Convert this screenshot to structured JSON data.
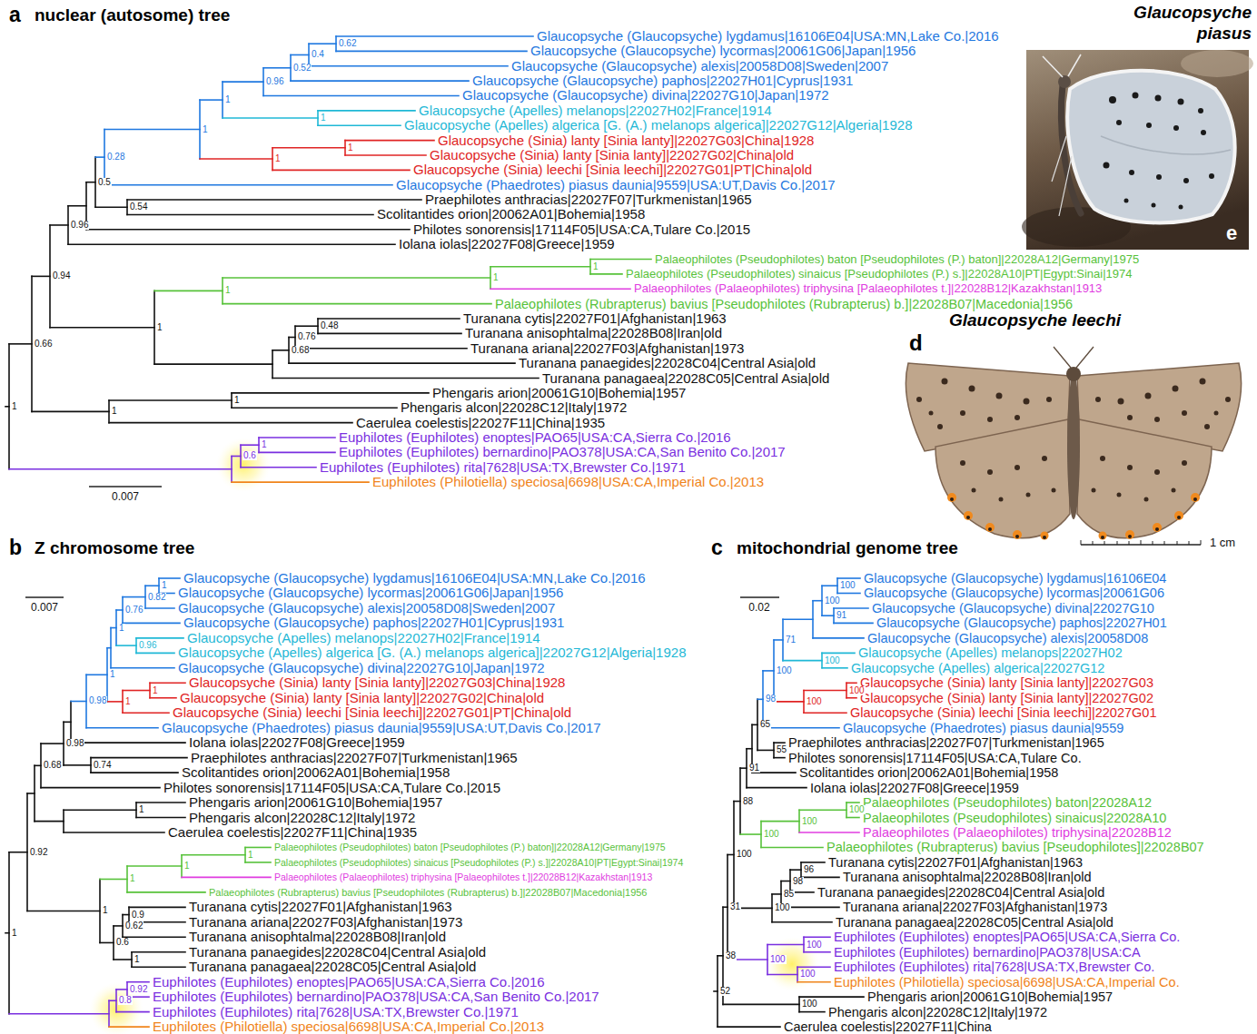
{
  "diagram": {
    "labels": [
      "a",
      "nuclear (autosome) tree",
      "Glaucopsyche (Glaucopsyche) lygdamus|16106E04|USA:MN,Lake Co.|2016",
      "Glaucopsyche (Glaucopsyche) lycormas|20061G06|Japan|1956",
      "Glaucopsyche (Glaucopsyche) alexis|20058D08|Sweden|2007",
      "Glaucopsyche (Glaucopsyche) paphos|22027H01|Cyprus|1931",
      "Glaucopsyche (Glaucopsyche) divina|22027G10|Japan|1972",
      "Glaucopsyche (Apelles) melanops|22027H02|France|1914",
      "Glaucopsyche (Apelles) algerica [G. (A.) melanops algerica]|22027G12|Algeria|1928",
      "Glaucopsyche (Sinia) lanty [Sinia lanty]|22027G03|China|1928",
      "Glaucopsyche (Sinia) lanty [Sinia lanty]|22027G02|China|old",
      "Glaucopsyche (Sinia) leechi [Sinia leechi]|22027G01|PT|China|old",
      "Glaucopsyche (Phaedrotes) piasus daunia|9559|USA:UT,Davis Co.|2017",
      "Praephilotes anthracias|22027F07|Turkmenistan|1965",
      "Scolitantides orion|20062A01|Bohemia|1958",
      "Philotes sonorensis|17114F05|USA:CA,Tulare Co.|2015",
      "Iolana iolas|22027F08|Greece|1959",
      "Palaeophilotes (Pseudophilotes) baton [Pseudophilotes (P.) baton]|22028A12|Germany|1975",
      "Palaeophilotes (Pseudophilotes) sinaicus [Pseudophilotes (P.) s.]|22028A10|PT|Egypt:Sinai|1974",
      "Palaeophilotes (Palaeophilotes) triphysina [Palaeophilotes t.]|22028B12|Kazakhstan|1913",
      "Palaeophilotes (Rubrapterus) bavius [Pseudophilotes (Rubrapterus) b.]|22028B07|Macedonia|1956",
      "Turanana cytis|22027F01|Afghanistan|1963",
      "Turanana anisophtalma|22028B08|Iran|old",
      "Turanana ariana|22027F03|Afghanistan|1973",
      "Turanana panaegides|22028C04|Central Asia|old",
      "Turanana panagaea|22028C05|Central Asia|old",
      "Phengaris arion|20061G10|Bohemia|1957",
      "Phengaris alcon|22028C12|Italy|1972",
      "Caerulea coelestis|22027F11|China|1935",
      "Euphilotes (Euphilotes) enoptes|PAO65|USA:CA,Sierra Co.|2016",
      "Euphilotes (Euphilotes) bernardino|PAO378|USA:CA,San Benito Co.|2017",
      "Euphilotes (Euphilotes) rita|7628|USA:TX,Brewster Co.|1971",
      "Euphilotes (Philotiella) speciosa|6698|USA:CA,Imperial Co.|2013",
      "1",
      "0.66",
      "0.94",
      "0.96",
      "0.5",
      "0.28",
      "1",
      "1",
      "0.96",
      "0.52",
      "0.4",
      "0.62",
      "1",
      "1",
      "1",
      "0.54",
      "1",
      "1",
      "1",
      "1",
      "0.68",
      "0.76",
      "0.48",
      "1",
      "1",
      "0.6",
      "1",
      "0.007",
      "b",
      "Z chromosome tree",
      "Glaucopsyche (Glaucopsyche) lygdamus|16106E04|USA:MN,Lake Co.|2016",
      "Glaucopsyche (Glaucopsyche) lycormas|20061G06|Japan|1956",
      "Glaucopsyche (Glaucopsyche) alexis|20058D08|Sweden|2007",
      "Glaucopsyche (Glaucopsyche) paphos|22027H01|Cyprus|1931",
      "Glaucopsyche (Apelles) melanops|22027H02|France|1914",
      "Glaucopsyche (Apelles) algerica [G. (A.) melanops algerica]|22027G12|Algeria|1928",
      "Glaucopsyche (Glaucopsyche) divina|22027G10|Japan|1972",
      "Glaucopsyche (Sinia) lanty [Sinia lanty]|22027G03|China|1928",
      "Glaucopsyche (Sinia) lanty [Sinia lanty]|22027G02|China|old",
      "Glaucopsyche (Sinia) leechi [Sinia leechi]|22027G01|PT|China|old",
      "Glaucopsyche (Phaedrotes) piasus daunia|9559|USA:UT,Davis Co.|2017",
      "Iolana iolas|22027F08|Greece|1959",
      "Praephilotes anthracias|22027F07|Turkmenistan|1965",
      "Scolitantides orion|20062A01|Bohemia|1958",
      "Philotes sonorensis|17114F05|USA:CA,Tulare Co.|2015",
      "Phengaris arion|20061G10|Bohemia|1957",
      "Phengaris alcon|22028C12|Italy|1972",
      "Caerulea coelestis|22027F11|China|1935",
      "Palaeophilotes (Pseudophilotes) baton [Pseudophilotes (P.) baton]|22028A12|Germany|1975",
      "Palaeophilotes (Pseudophilotes) sinaicus [Pseudophilotes (P.) s.]|22028A10|PT|Egypt:Sinai|1974",
      "Palaeophilotes (Palaeophilotes) triphysina [Palaeophilotes t.]|22028B12|Kazakhstan|1913",
      "Palaeophilotes (Rubrapterus) bavius [Pseudophilotes (Rubrapterus) b.]|22028B07|Macedonia|1956",
      "Turanana cytis|22027F01|Afghanistan|1963",
      "Turanana ariana|22027F03|Afghanistan|1973",
      "Turanana anisophtalma|22028B08|Iran|old",
      "Turanana panaegides|22028C04|Central Asia|old",
      "Turanana panagaea|22028C05|Central Asia|old",
      "Euphilotes (Euphilotes) enoptes|PAO65|USA:CA,Sierra Co.|2016",
      "Euphilotes (Euphilotes) bernardino|PAO378|USA:CA,San Benito Co.|2017",
      "Euphilotes (Euphilotes) rita|7628|USA:TX,Brewster Co.|1971",
      "Euphilotes (Philotiella) speciosa|6698|USA:CA,Imperial Co.|2013",
      "1",
      "0.92",
      "0.68",
      "0.98",
      "0.98",
      "1",
      "1",
      "0.76",
      "0.82",
      "1",
      "0.96",
      "1",
      "1",
      "0.74",
      "1",
      "1",
      "1",
      "1",
      "1",
      "0.6",
      "0.62",
      "0.9",
      "1",
      "0.8",
      "0.92",
      "0.007",
      "c",
      "mitochondrial genome tree",
      "Glaucopsyche (Glaucopsyche) lygdamus|16106E04",
      "Glaucopsyche (Glaucopsyche) lycormas|20061G06",
      "Glaucopsyche (Glaucopsyche) divina|22027G10",
      "Glaucopsyche (Glaucopsyche) paphos|22027H01",
      "Glaucopsyche (Glaucopsyche) alexis|20058D08",
      "Glaucopsyche (Apelles) melanops|22027H02",
      "Glaucopsyche (Apelles) algerica|22027G12",
      "Glaucopsyche (Sinia) lanty [Sinia lanty]|22027G03",
      "Glaucopsyche (Sinia) lanty [Sinia lanty]|22027G02",
      "Glaucopsyche (Sinia) leechi [Sinia leechi]|22027G01",
      "Glaucopsyche (Phaedrotes) piasus daunia|9559",
      "Praephilotes anthracias|22027F07|Turkmenistan|1965",
      "Philotes sonorensis|17114F05|USA:CA,Tulare Co.",
      "Scolitantides orion|20062A01|Bohemia|1958",
      "Iolana iolas|22027F08|Greece|1959",
      "Palaeophilotes (Pseudophilotes) baton|22028A12",
      "Palaeophilotes (Pseudophilotes) sinaicus|22028A10",
      "Palaeophilotes (Palaeophilotes) triphysina|22028B12",
      "Palaeophilotes (Rubrapterus) bavius [Pseudophilotes]|22028B07",
      "Turanana cytis|22027F01|Afghanistan|1963",
      "Turanana anisophtalma|22028B08|Iran|old",
      "Turanana panaegides|22028C04|Central Asia|old",
      "Turanana ariana|22027F03|Afghanistan|1973",
      "Turanana panagaea|22028C05|Central Asia|old",
      "Euphilotes (Euphilotes) enoptes|PAO65|USA:CA,Sierra Co.",
      "Euphilotes (Euphilotes) bernardino|PAO378|USA:CA",
      "Euphilotes (Euphilotes) rita|7628|USA:TX,Brewster Co.",
      "Euphilotes (Philotiella) speciosa|6698|USA:CA,Imperial Co.",
      "Phengaris arion|20061G10|Bohemia|1957",
      "Phengaris alcon|22028C12|Italy|1972",
      "Caerulea coelestis|22027F11|China",
      "52",
      "38",
      "31",
      "100",
      "88",
      "91",
      "65",
      "98",
      "100",
      "71",
      "100",
      "100",
      "91",
      "100",
      "100",
      "100",
      "55",
      "100",
      "100",
      "100",
      "100",
      "85",
      "98",
      "96",
      "100",
      "100",
      "100",
      "100",
      "0.02",
      "Glaucopsyche piasus",
      "e",
      "Glaucopsyche leechi",
      "d",
      "1 cm"
    ]
  }
}
